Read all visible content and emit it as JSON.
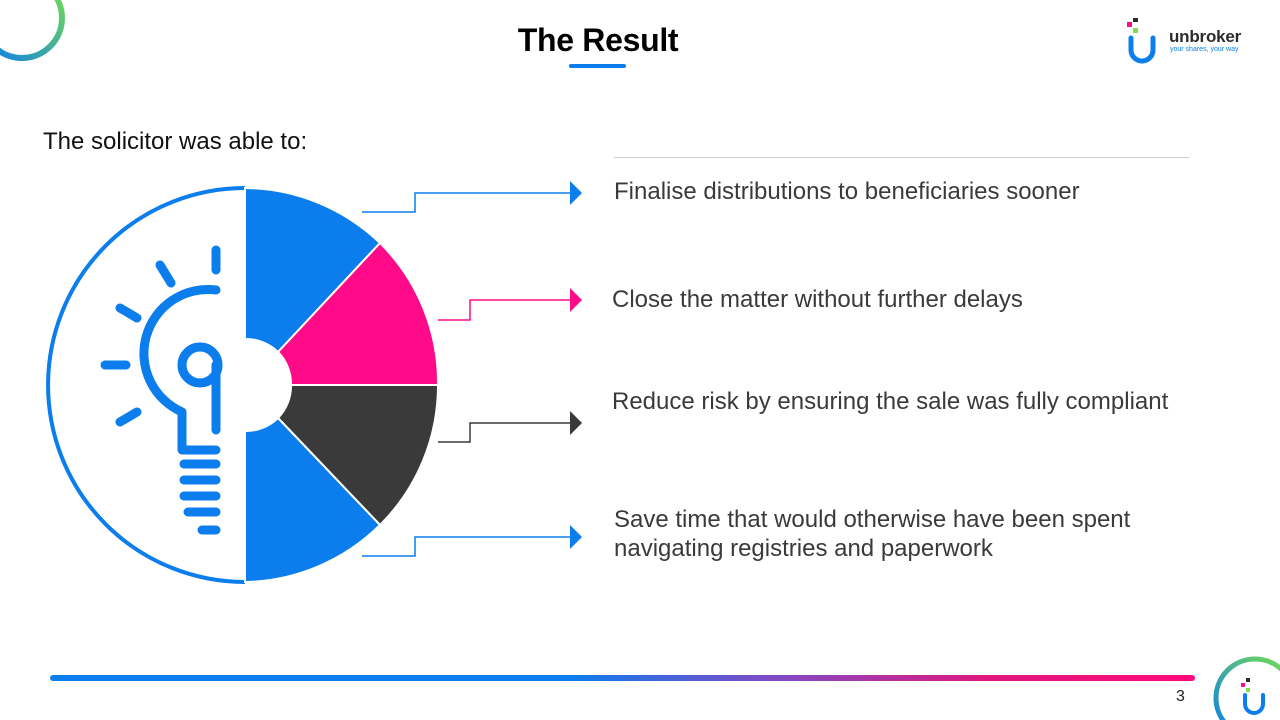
{
  "header": {
    "title": "The Result"
  },
  "logo": {
    "name": "unbroker",
    "tagline": "your shares, your way"
  },
  "intro": "The solicitor was able to:",
  "points": [
    "Finalise distributions to beneficiaries sooner",
    "Close the matter without further delays",
    "Reduce risk by ensuring the sale was fully compliant",
    "Save time that would otherwise have been spent navigating registries and paperwork"
  ],
  "diagram": {
    "icon": "lightbulb-icon",
    "segment_colors": [
      "#0b7dec",
      "#ff0a88",
      "#3a3a3a",
      "#0b7dec"
    ]
  },
  "colors": {
    "brand_blue": "#0b7dec",
    "brand_pink": "#ff0a88",
    "brand_green": "#7be04a",
    "dark": "#3a3a3a"
  },
  "footer": {
    "page_number": "3"
  }
}
